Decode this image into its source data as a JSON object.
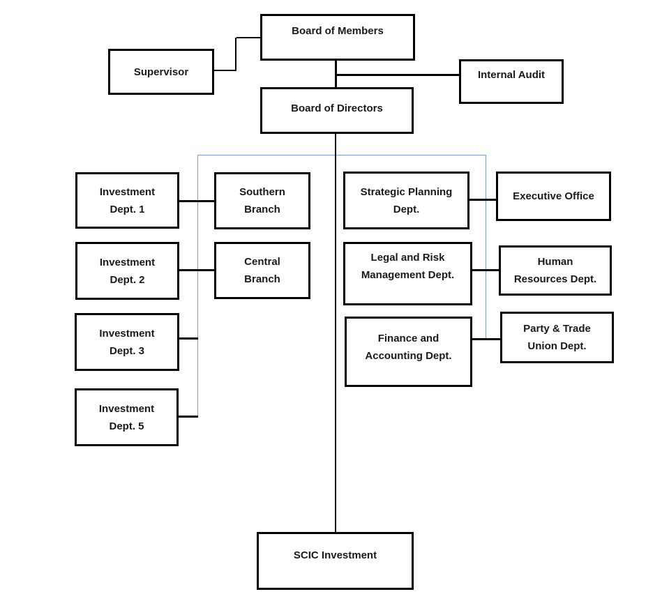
{
  "diagram": {
    "type": "org-chart",
    "title": "SCIC organizational structure chart",
    "colors": {
      "box_border": "#000000",
      "connector": "#000000",
      "group_connector": "#7b9dd0",
      "text": "#1a1a1a",
      "background": "#ffffff"
    },
    "nodes": {
      "board_of_members": {
        "label": "Board of Members"
      },
      "supervisor": {
        "label": "Supervisor"
      },
      "internal_audit": {
        "label": "Internal Audit"
      },
      "board_of_directors": {
        "label": "Board of Directors"
      },
      "investment_dept_1": {
        "label": "Investment\nDept. 1"
      },
      "investment_dept_2": {
        "label": "Investment\nDept. 2"
      },
      "investment_dept_3": {
        "label": "Investment\nDept. 3"
      },
      "investment_dept_5": {
        "label": "Investment\nDept. 5"
      },
      "southern_branch": {
        "label": "Southern\nBranch"
      },
      "central_branch": {
        "label": "Central\nBranch"
      },
      "strategic_planning": {
        "label": "Strategic Planning\nDept."
      },
      "legal_risk": {
        "label": "Legal and Risk\nManagement Dept."
      },
      "finance_accounting": {
        "label": "Finance and\nAccounting Dept."
      },
      "executive_office": {
        "label": "Executive Office"
      },
      "human_resources": {
        "label": "Human\nResources Dept."
      },
      "party_trade_union": {
        "label": "Party & Trade\nUnion Dept."
      },
      "scic_investment": {
        "label": "SCIC Investment"
      }
    },
    "edges": [
      {
        "from": "supervisor",
        "to": "board_of_members",
        "style": "elbow"
      },
      {
        "from": "board_of_members",
        "to": "board_of_directors",
        "style": "straight"
      },
      {
        "from": "board_of_members",
        "to": "internal_audit",
        "style": "straight"
      },
      {
        "from": "board_of_directors",
        "to": "scic_investment",
        "style": "straight"
      },
      {
        "from": "investment_dept_1",
        "to": "southern_branch",
        "style": "straight"
      },
      {
        "from": "investment_dept_2",
        "to": "central_branch",
        "style": "straight"
      },
      {
        "from": "investment_dept_3",
        "to": "group_bracket",
        "style": "straight"
      },
      {
        "from": "investment_dept_5",
        "to": "group_bracket",
        "style": "straight"
      },
      {
        "from": "strategic_planning",
        "to": "executive_office",
        "style": "straight"
      },
      {
        "from": "legal_risk",
        "to": "human_resources",
        "style": "straight"
      },
      {
        "from": "finance_accounting",
        "to": "party_trade_union",
        "style": "straight"
      }
    ],
    "group_bracket": {
      "description": "thin blue bracket hanging from the board of directors trunk",
      "spans": [
        "investment_dept_3",
        "investment_dept_5",
        "finance_accounting"
      ]
    }
  }
}
